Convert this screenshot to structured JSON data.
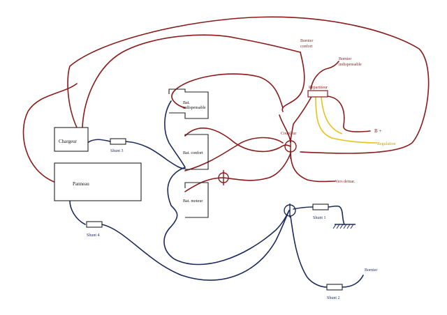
{
  "colors": {
    "red_wire": "#8b1a1a",
    "blue_wire": "#1c2a5c",
    "yellow_wire": "#e8c21a",
    "red_text": "#8b1a1a",
    "blue_text": "#1c2a5c",
    "yellow_text": "#c9a300"
  },
  "labels": {
    "chargeur": "Chargeur",
    "panneau": "Panneau",
    "shunt3": "Shunt 3",
    "shunt4": "Shunt 4",
    "shunt1": "Shunt 1",
    "shunt2": "Shunt 2",
    "bat_indispensable_1": "Bat.",
    "bat_indispensable_2": "indispensable",
    "bat_confort": "Bat. confort",
    "bat_moteur": "Bat. moteur",
    "bornier_confort_1": "Bornier",
    "bornier_confort_2": "confort",
    "bornier_indisp_1": "Bornier",
    "bornier_indisp_2": "indispensable",
    "repartiteur": "Repartiteur",
    "coupleur": "Coupleur",
    "b_plus": "B +",
    "regulation": "Regulation",
    "vers_demar": "Vers demar.",
    "bornier": "Bornier"
  }
}
